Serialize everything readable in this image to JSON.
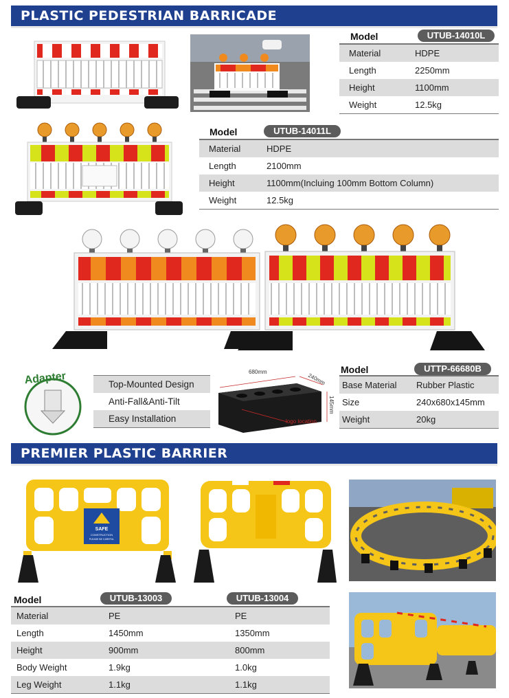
{
  "section1": {
    "title": "PLASTIC PEDESTRIAN BARRICADE"
  },
  "model1": {
    "label": "Model",
    "code": "UTUB-14010L",
    "rows": [
      {
        "key": "Material",
        "value": "HDPE"
      },
      {
        "key": "Length",
        "value": "2250mm"
      },
      {
        "key": "Height",
        "value": "1100mm"
      },
      {
        "key": "Weight",
        "value": "12.5kg"
      }
    ]
  },
  "model2": {
    "label": "Model",
    "code": "UTUB-14011L",
    "rows": [
      {
        "key": "Material",
        "value": "HDPE"
      },
      {
        "key": "Length",
        "value": "2100mm"
      },
      {
        "key": "Height",
        "value": "1100mm(Incluing 100mm Bottom Column)"
      },
      {
        "key": "Weight",
        "value": "12.5kg"
      }
    ]
  },
  "adapter": {
    "label": "Adapter",
    "features": [
      "Top-Mounted Design",
      "Anti-Fall&Anti-Tilt",
      "Easy Installation"
    ]
  },
  "base_diagram": {
    "dim_length": "680mm",
    "dim_width": "240mm",
    "dim_height": "145mm",
    "logo_note": "logo location"
  },
  "model3": {
    "label": "Model",
    "code": "UTTP-66680B",
    "rows": [
      {
        "key": "Base Material",
        "value": "Rubber Plastic"
      },
      {
        "key": "Size",
        "value": "240x680x145mm"
      },
      {
        "key": "Weight",
        "value": "20kg"
      }
    ]
  },
  "section2": {
    "title": "PREMIER PLASTIC BARRIER"
  },
  "sign": {
    "line1": "SAFE",
    "line2": "CONSTRUCTION",
    "line3": "PLEASE BE CAREFUL"
  },
  "model4": {
    "label": "Model",
    "code_a": "UTUB-13003",
    "code_b": "UTUB-13004",
    "rows": [
      {
        "key": "Material",
        "a": "PE",
        "b": "PE"
      },
      {
        "key": "Length",
        "a": "1450mm",
        "b": "1350mm"
      },
      {
        "key": "Height",
        "a": "900mm",
        "b": "800mm"
      },
      {
        "key": "Body Weight",
        "a": "1.9kg",
        "b": "1.0kg"
      },
      {
        "key": "Leg Weight",
        "a": "1.1kg",
        "b": "1.1kg"
      }
    ]
  },
  "colors": {
    "banner": "#1f3f8f",
    "red": "#e0281f",
    "lime": "#d6e21a",
    "orange": "#f08a1e",
    "yellow": "#f5c518"
  }
}
